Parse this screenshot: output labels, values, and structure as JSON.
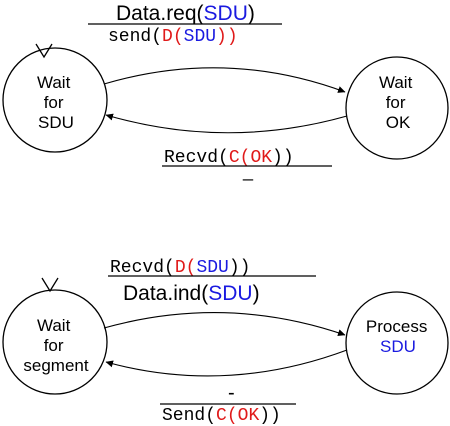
{
  "colors": {
    "line": "#000000",
    "sdu": "#1a1ae0",
    "red": "#e01a1a"
  },
  "sender": {
    "state_wait_sdu": [
      "Wait",
      "for",
      "SDU"
    ],
    "state_wait_ok": [
      "Wait",
      "for",
      "OK"
    ],
    "top_event": {
      "prefix": "Data.req(",
      "highlight": "SDU",
      "suffix": ")"
    },
    "top_action": {
      "prefix": "send(",
      "d_part": "D",
      "open": "(",
      "sdu_part": "SDU",
      "close": "))"
    },
    "bottom_event": {
      "prefix": "Recvd(",
      "c_part": "C",
      "open": "(",
      "ok_part": "OK",
      "close": "))"
    },
    "bottom_action": "_"
  },
  "receiver": {
    "state_wait_segment": [
      "Wait",
      "for",
      "segment"
    ],
    "state_process": [
      "Process",
      "SDU"
    ],
    "top_event": {
      "prefix": "Recvd(",
      "d_part": "D",
      "open": "(",
      "sdu_part": "SDU",
      "close": "))"
    },
    "top_action": {
      "prefix": "Data.ind(",
      "highlight": "SDU",
      "suffix": ")"
    },
    "bottom_event": "-",
    "bottom_action": {
      "prefix": "Send(",
      "c_part": "C",
      "open": "(",
      "ok_part": "OK",
      "close": "))"
    }
  }
}
